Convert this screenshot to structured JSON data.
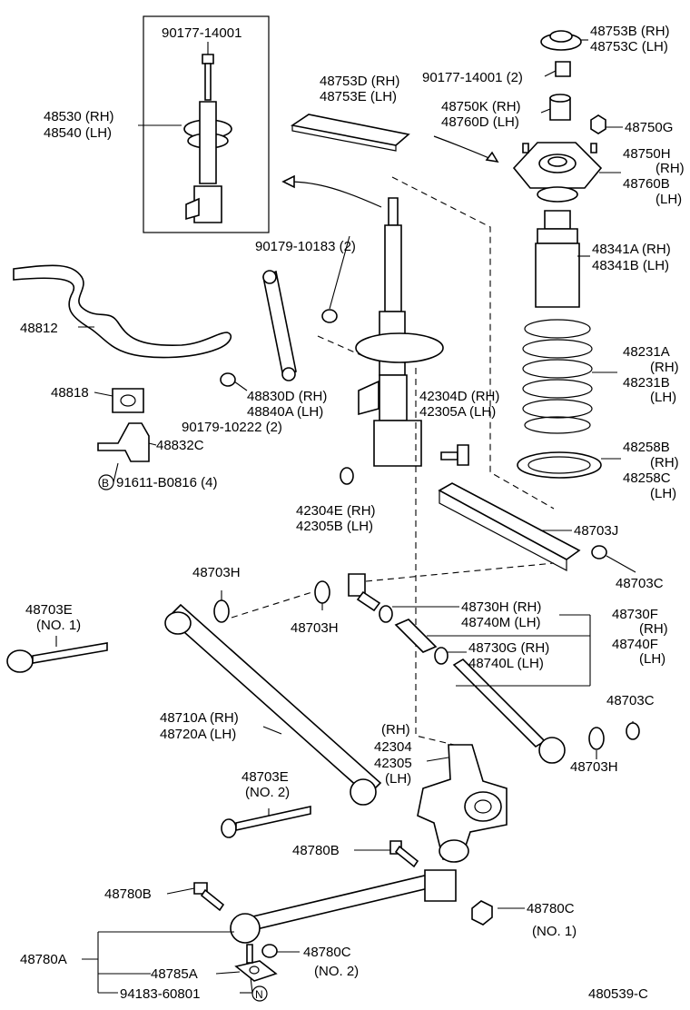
{
  "title": "",
  "diagram_id": "480539-C",
  "labels": {
    "l_90177_top": "90177-14001",
    "l_48530": "48530 (RH)",
    "l_48540": "48540 (LH)",
    "l_48753D": "48753D (RH)",
    "l_48753E": "48753E (LH)",
    "l_48753B": "48753B (RH)",
    "l_48753C": "48753C (LH)",
    "l_90177_2": "90177-14001 (2)",
    "l_48750K": "48750K (RH)",
    "l_48760D": "48760D (LH)",
    "l_48750G": "48750G",
    "l_48750H": "48750H",
    "l_48750H_rh": "(RH)",
    "l_48760B": "48760B",
    "l_48760B_lh": "(LH)",
    "l_90179_10183": "90179-10183 (2)",
    "l_48341A": "48341A (RH)",
    "l_48341B": "48341B (LH)",
    "l_48812": "48812",
    "l_48231A": "48231A",
    "l_48231A_rh": "(RH)",
    "l_48231B": "48231B",
    "l_48231B_lh": "(LH)",
    "l_48818": "48818",
    "l_48830D": "48830D (RH)",
    "l_48840A": "48840A (LH)",
    "l_42304D": "42304D (RH)",
    "l_42305A": "42305A (LH)",
    "l_90179_10222": "90179-10222 (2)",
    "l_48832C": "48832C",
    "l_48258B": "48258B",
    "l_48258B_rh": "(RH)",
    "l_48258C": "48258C",
    "l_48258C_lh": "(LH)",
    "l_91611": "91611-B0816 (4)",
    "l_circle_B": "B",
    "l_42304E": "42304E (RH)",
    "l_42305B": "42305B (LH)",
    "l_48703J": "48703J",
    "l_48703H_a": "48703H",
    "l_48703C_a": "48703C",
    "l_48703E_1": "48703E",
    "l_48703E_1b": "(NO. 1)",
    "l_48730H": "48730H (RH)",
    "l_48740M": "48740M (LH)",
    "l_48730F": "48730F",
    "l_48730F_rh": "(RH)",
    "l_48703H_b": "48703H",
    "l_48740F": "48740F",
    "l_48740F_lh": "(LH)",
    "l_48730G": "48730G (RH)",
    "l_48740L": "48740L (LH)",
    "l_48710A": "48710A (RH)",
    "l_48720A": "48720A (LH)",
    "l_48703C_b": "48703C",
    "l_rh_42304": "(RH)",
    "l_42304": "42304",
    "l_42305": "42305",
    "l_lh_42305": "(LH)",
    "l_48703H_c": "48703H",
    "l_48703E_2": "48703E",
    "l_48703E_2b": "(NO. 2)",
    "l_48780B_a": "48780B",
    "l_48780B_b": "48780B",
    "l_48780C_1": "48780C",
    "l_48780C_1b": "(NO. 1)",
    "l_48780A": "48780A",
    "l_48785A": "48785A",
    "l_48780C_2": "48780C",
    "l_48780C_2b": "(NO. 2)",
    "l_94183": "94183-60801",
    "l_circle_N": "N"
  }
}
